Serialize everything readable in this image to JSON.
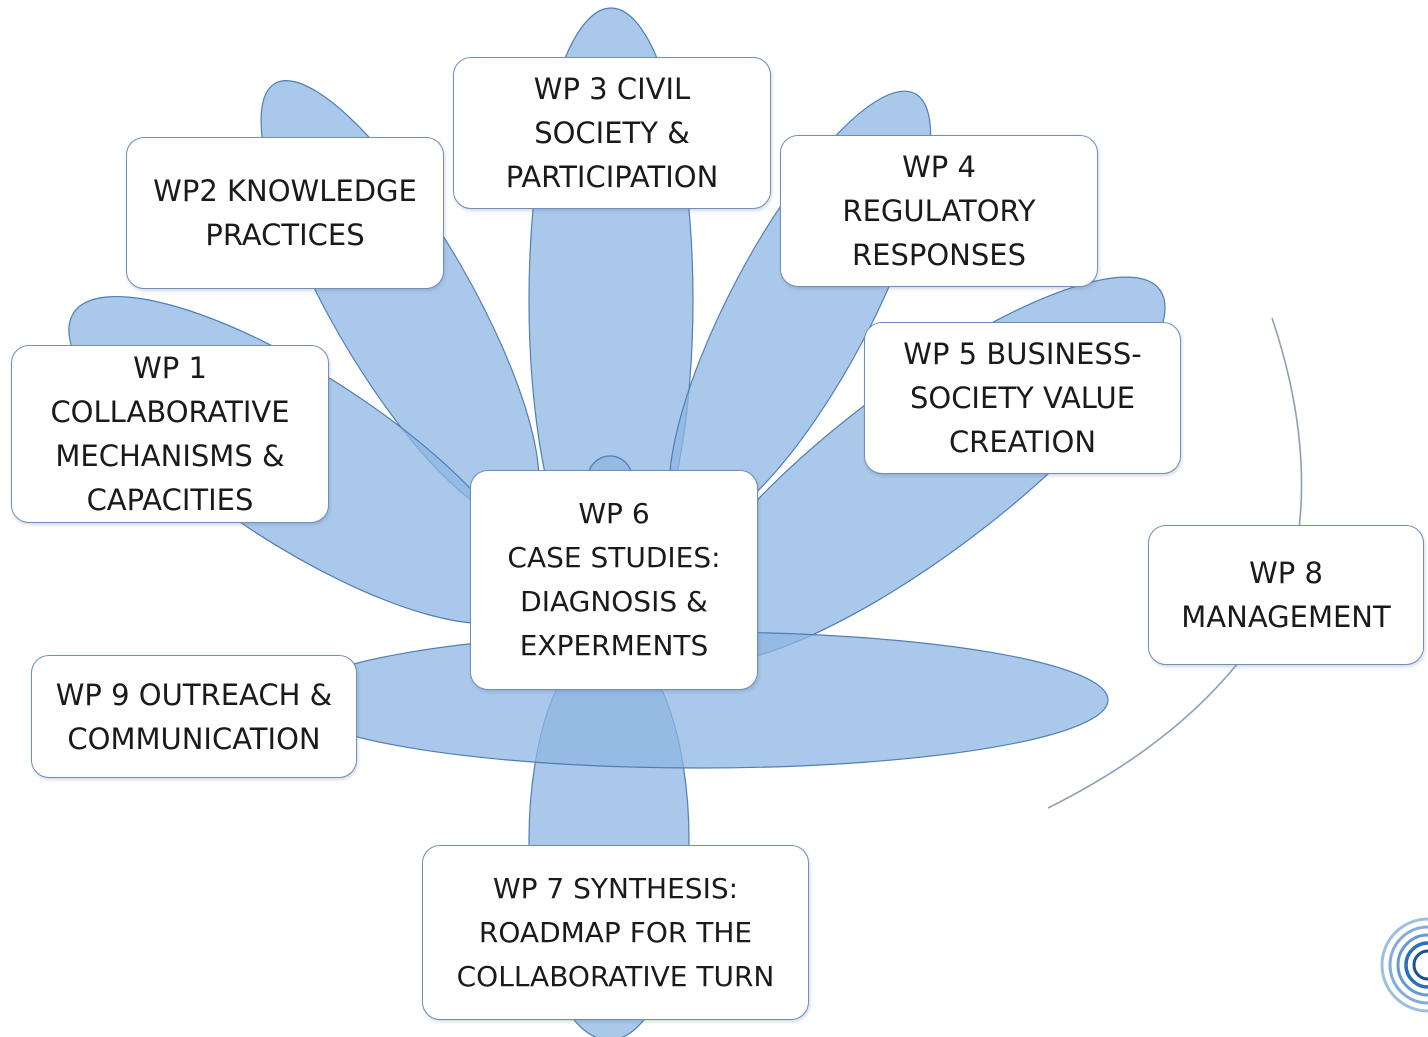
{
  "work_packages": {
    "wp1": {
      "label": "WP 1\nCOLLABORATIVE\nMECHANISMS &\nCAPACITIES"
    },
    "wp2": {
      "label": "WP2 KNOWLEDGE\nPRACTICES"
    },
    "wp3": {
      "label": "WP 3 CIVIL\nSOCIETY &\nPARTICIPATION"
    },
    "wp4": {
      "label": "WP 4\nREGULATORY\nRESPONSES"
    },
    "wp5": {
      "label": "WP 5 BUSINESS-\nSOCIETY VALUE\nCREATION"
    },
    "wp6": {
      "label": "WP 6\nCASE STUDIES:\nDIAGNOSIS &\nEXPERMENTS"
    },
    "wp7": {
      "label": "WP 7 SYNTHESIS:\nROADMAP FOR THE\nCOLLABORATIVE TURN"
    },
    "wp8": {
      "label": "WP 8\nMANAGEMENT"
    },
    "wp9": {
      "label": "WP 9 OUTREACH &\nCOMMUNICATION"
    }
  },
  "colors": {
    "petal_fill": "#8db6e1",
    "petal_stroke": "#4f7fb6",
    "box_border": "#6f8fb8",
    "arc": "#8aa0b8",
    "logo": "#3f7fc4"
  },
  "icons": {
    "logo": "concentric-circles-logo-icon"
  }
}
